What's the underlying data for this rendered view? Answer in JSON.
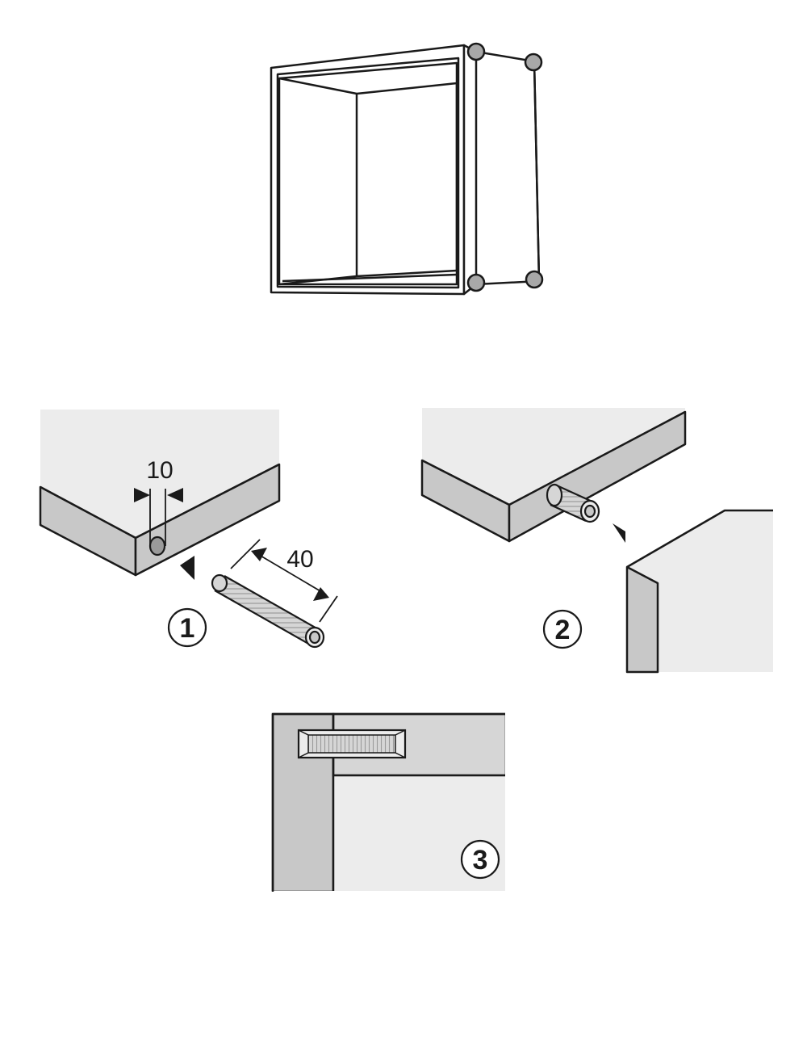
{
  "dimensions": {
    "dowel_hole_spacing": "10",
    "dowel_length": "40"
  },
  "steps": {
    "step1": "1",
    "step2": "2",
    "step3": "3"
  },
  "colors": {
    "line": "#1a1a1a",
    "panel_face": "#ececec",
    "panel_edge": "#c8c8c8",
    "dowel": "#d4d4d4",
    "dowel_dot": "#a8a8a8"
  }
}
